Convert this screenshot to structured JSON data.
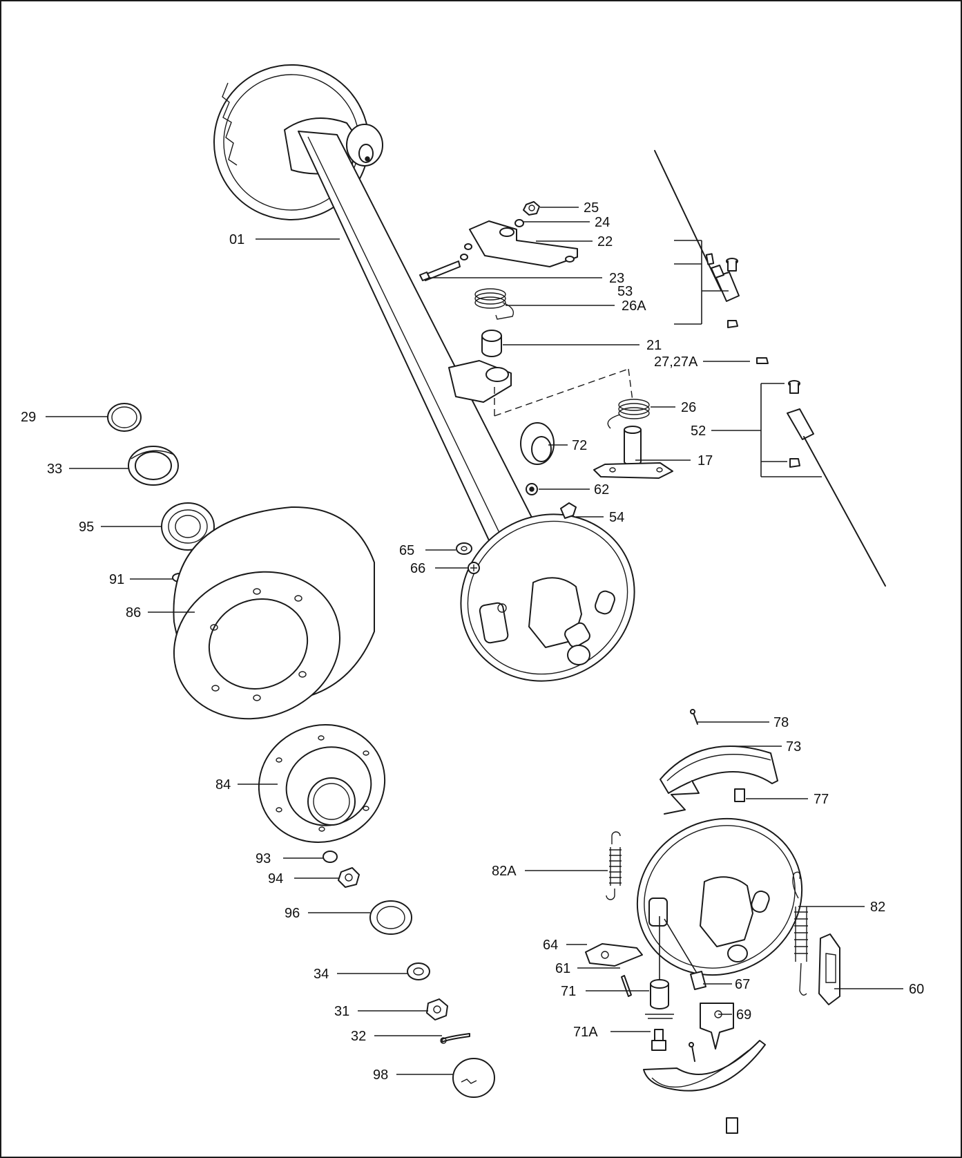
{
  "diagram": {
    "type": "exploded-parts-diagram",
    "callouts": [
      {
        "id": "c01",
        "label": "01"
      },
      {
        "id": "c25",
        "label": "25"
      },
      {
        "id": "c24",
        "label": "24"
      },
      {
        "id": "c22",
        "label": "22"
      },
      {
        "id": "c23",
        "label": "23"
      },
      {
        "id": "c53",
        "label": "53"
      },
      {
        "id": "c26A",
        "label": "26A"
      },
      {
        "id": "c21",
        "label": "21"
      },
      {
        "id": "c2727A",
        "label": "27,27A"
      },
      {
        "id": "c26",
        "label": "26"
      },
      {
        "id": "c52",
        "label": "52"
      },
      {
        "id": "c17",
        "label": "17"
      },
      {
        "id": "c72",
        "label": "72"
      },
      {
        "id": "c62",
        "label": "62"
      },
      {
        "id": "c54",
        "label": "54"
      },
      {
        "id": "c29",
        "label": "29"
      },
      {
        "id": "c33",
        "label": "33"
      },
      {
        "id": "c95",
        "label": "95"
      },
      {
        "id": "c65",
        "label": "65"
      },
      {
        "id": "c66",
        "label": "66"
      },
      {
        "id": "c91",
        "label": "91"
      },
      {
        "id": "c86",
        "label": "86"
      },
      {
        "id": "c78",
        "label": "78"
      },
      {
        "id": "c73",
        "label": "73"
      },
      {
        "id": "c77",
        "label": "77"
      },
      {
        "id": "c84",
        "label": "84"
      },
      {
        "id": "c82A",
        "label": "82A"
      },
      {
        "id": "c93",
        "label": "93"
      },
      {
        "id": "c94",
        "label": "94"
      },
      {
        "id": "c82",
        "label": "82"
      },
      {
        "id": "c96",
        "label": "96"
      },
      {
        "id": "c64",
        "label": "64"
      },
      {
        "id": "c61",
        "label": "61"
      },
      {
        "id": "c67",
        "label": "67"
      },
      {
        "id": "c60",
        "label": "60"
      },
      {
        "id": "c34",
        "label": "34"
      },
      {
        "id": "c71",
        "label": "71"
      },
      {
        "id": "c31",
        "label": "31"
      },
      {
        "id": "c69",
        "label": "69"
      },
      {
        "id": "c32",
        "label": "32"
      },
      {
        "id": "c71A",
        "label": "71A"
      },
      {
        "id": "c98",
        "label": "98"
      }
    ]
  }
}
